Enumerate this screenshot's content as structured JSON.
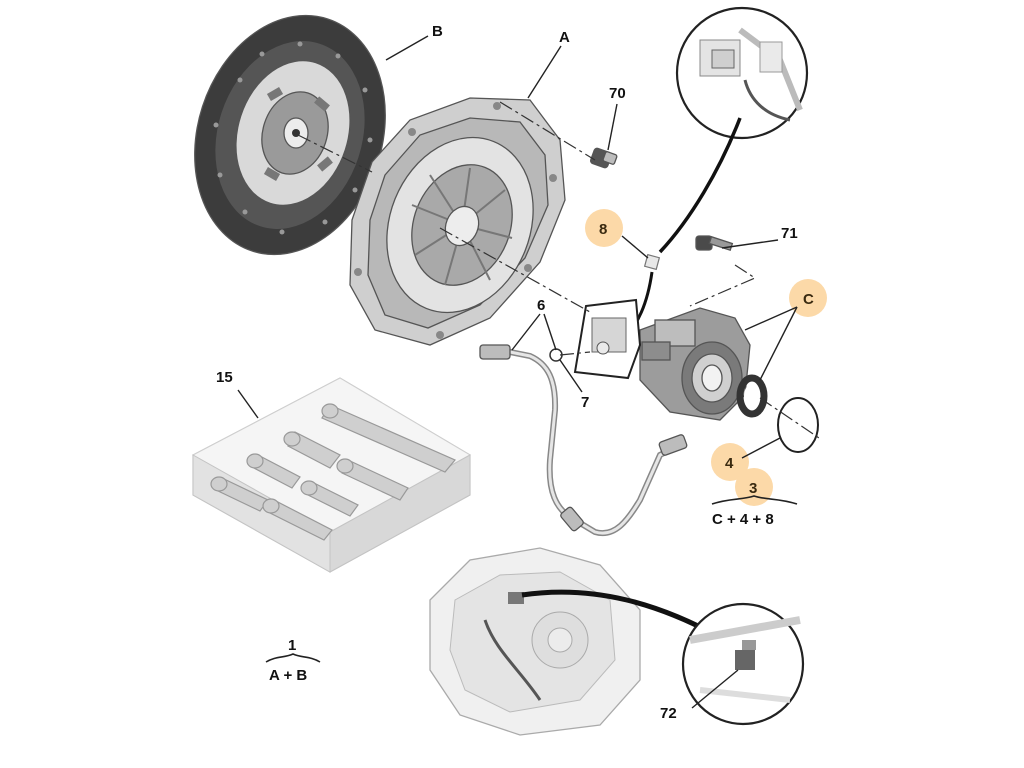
{
  "colors": {
    "highlight": "#fcd9a8",
    "line": "#222222",
    "part_dark": "#3c3c3c",
    "part_light": "#d9d9d9",
    "kit_box": "#e6e6e6"
  },
  "labels": {
    "A": "A",
    "B": "B",
    "C": "C",
    "n1": "1",
    "n3": "3",
    "n4": "4",
    "n6": "6",
    "n7": "7",
    "n8": "8",
    "n15": "15",
    "n70": "70",
    "n71": "71",
    "n72": "72"
  },
  "kits": {
    "kit1_number": "1",
    "kit1_formula": "A + B",
    "kit3_number": "3",
    "kit3_formula": "C + 4 + 8"
  }
}
